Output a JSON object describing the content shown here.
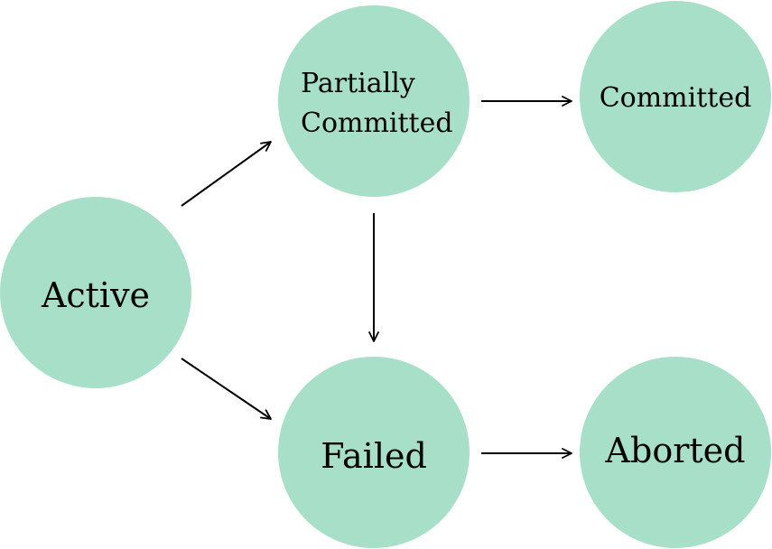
{
  "diagram": {
    "colors": {
      "node_fill": "#a8dfc9",
      "edge_stroke": "#000000",
      "background": "#ffffff"
    },
    "nodes": {
      "active": {
        "label": "Active"
      },
      "partially_committed": {
        "label_line1": "Partially",
        "label_line2": "Committed"
      },
      "committed": {
        "label": "Committed"
      },
      "failed": {
        "label": "Failed"
      },
      "aborted": {
        "label": "Aborted"
      }
    },
    "edges": [
      {
        "from": "active",
        "to": "partially_committed"
      },
      {
        "from": "active",
        "to": "failed"
      },
      {
        "from": "partially_committed",
        "to": "committed"
      },
      {
        "from": "partially_committed",
        "to": "failed"
      },
      {
        "from": "failed",
        "to": "aborted"
      }
    ]
  }
}
